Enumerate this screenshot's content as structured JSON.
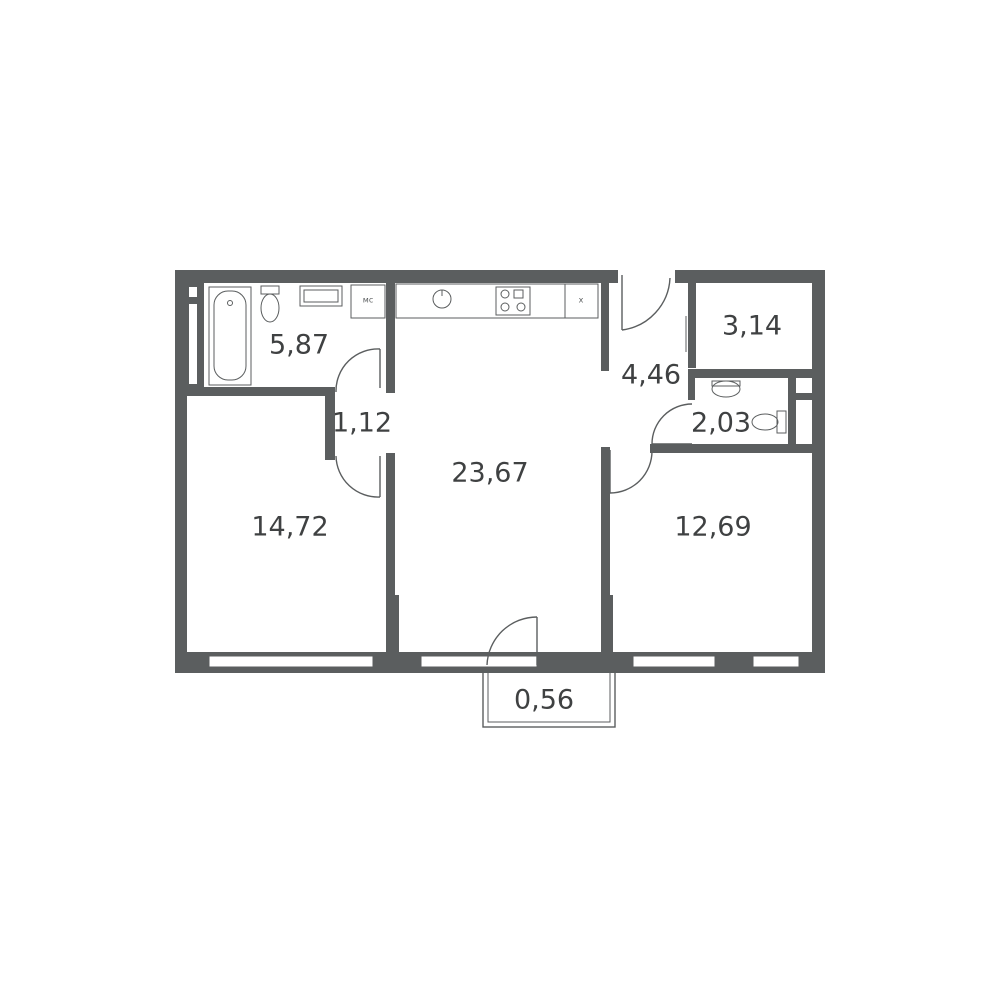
{
  "rooms": {
    "bathroom": "5,87",
    "corridor": "1,12",
    "bedroom_left": "14,72",
    "living_kitchen": "23,67",
    "hall": "4,46",
    "storage": "3,14",
    "wc": "2,03",
    "bedroom_right": "12,69",
    "balcony": "0,56"
  },
  "fixtures": {
    "washer_label": "мс",
    "fridge_label": "х"
  },
  "colors": {
    "wall": "#5b5e5f",
    "background": "#ffffff"
  }
}
